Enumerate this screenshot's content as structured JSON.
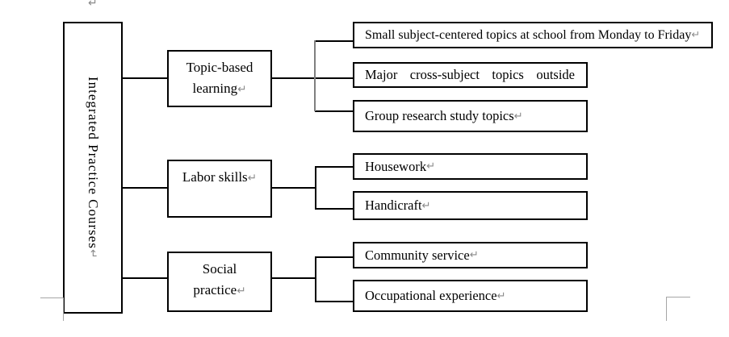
{
  "diagram": {
    "root": {
      "label": "Integrated Practice Courses"
    },
    "branches": [
      {
        "label": "Topic-based learning",
        "children": [
          {
            "text": "Small subject-centered topics at school from Monday to Friday"
          },
          {
            "text": "Major cross-subject topics outside"
          },
          {
            "text": "Group research study topics"
          }
        ]
      },
      {
        "label": "Labor skills",
        "children": [
          {
            "text": "Housework"
          },
          {
            "text": "Handicraft"
          }
        ]
      },
      {
        "label": "Social practice",
        "children": [
          {
            "text": "Community service"
          },
          {
            "text": "Occupational experience"
          }
        ]
      }
    ]
  },
  "formatting_marks": {
    "return_mark": "↵"
  },
  "colors": {
    "box_border": "#000000",
    "text": "#000000",
    "connector": "#000000",
    "topic_bracket_vertical": "#808080",
    "formatting_mark_gray": "#8a8a8a",
    "canvas_corner_gray": "#a6a6a6"
  }
}
